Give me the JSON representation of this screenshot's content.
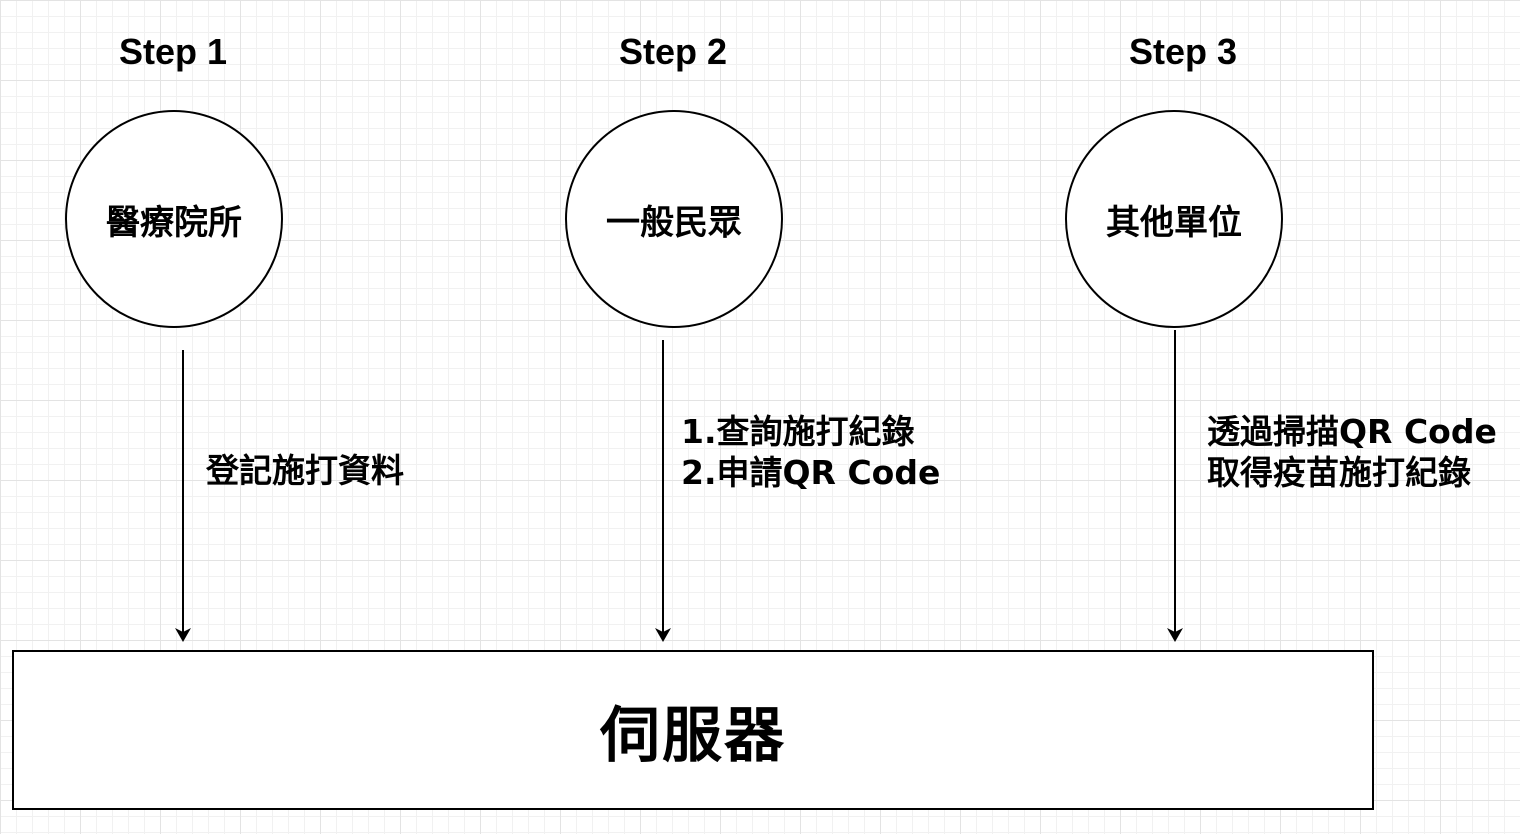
{
  "steps": [
    {
      "step_label": "Step 1",
      "actor": "醫療院所",
      "action_lines": [
        "登記施打資料"
      ]
    },
    {
      "step_label": "Step 2",
      "actor": "一般民眾",
      "action_lines": [
        "1.查詢施打紀錄",
        "2.申請QR Code"
      ]
    },
    {
      "step_label": "Step 3",
      "actor": "其他單位",
      "action_lines": [
        "透過掃描QR Code",
        "取得疫苗施打紀錄"
      ]
    }
  ],
  "server": {
    "label": "伺服器"
  },
  "colors": {
    "stroke": "#000000",
    "background": "#ffffff",
    "grid": "#e3e3e3"
  }
}
